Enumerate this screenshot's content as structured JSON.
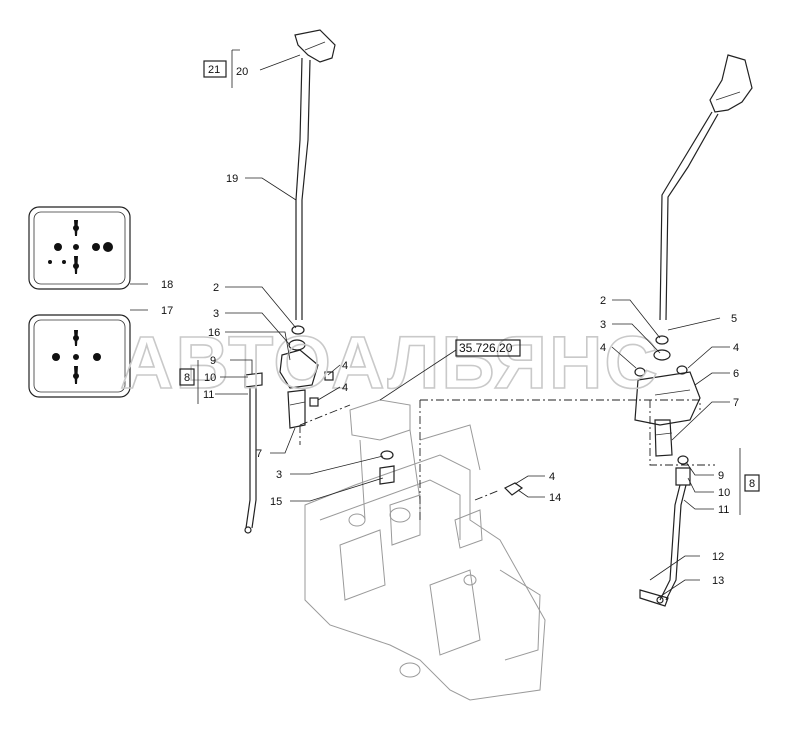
{
  "watermark": "АВТОАЛЬЯНС",
  "reference": "35.726.20",
  "boxed_refs": {
    "left_top": "21",
    "left_mid": "8",
    "right": "8"
  },
  "callouts": {
    "l20": "20",
    "l19": "19",
    "l18": "18",
    "l17": "17",
    "l2": "2",
    "l3a": "3",
    "l16": "16",
    "l4a": "4",
    "l4b": "4",
    "l9": "9",
    "l10": "10",
    "l11": "11",
    "l7": "7",
    "l3b": "3",
    "l15": "15",
    "l4c": "4",
    "l14": "14",
    "r2": "2",
    "r3": "3",
    "r4a": "4",
    "r5": "5",
    "r4b": "4",
    "r6": "6",
    "r7": "7",
    "r9": "9",
    "r10": "10",
    "r11": "11",
    "r12": "12",
    "r13": "13"
  }
}
